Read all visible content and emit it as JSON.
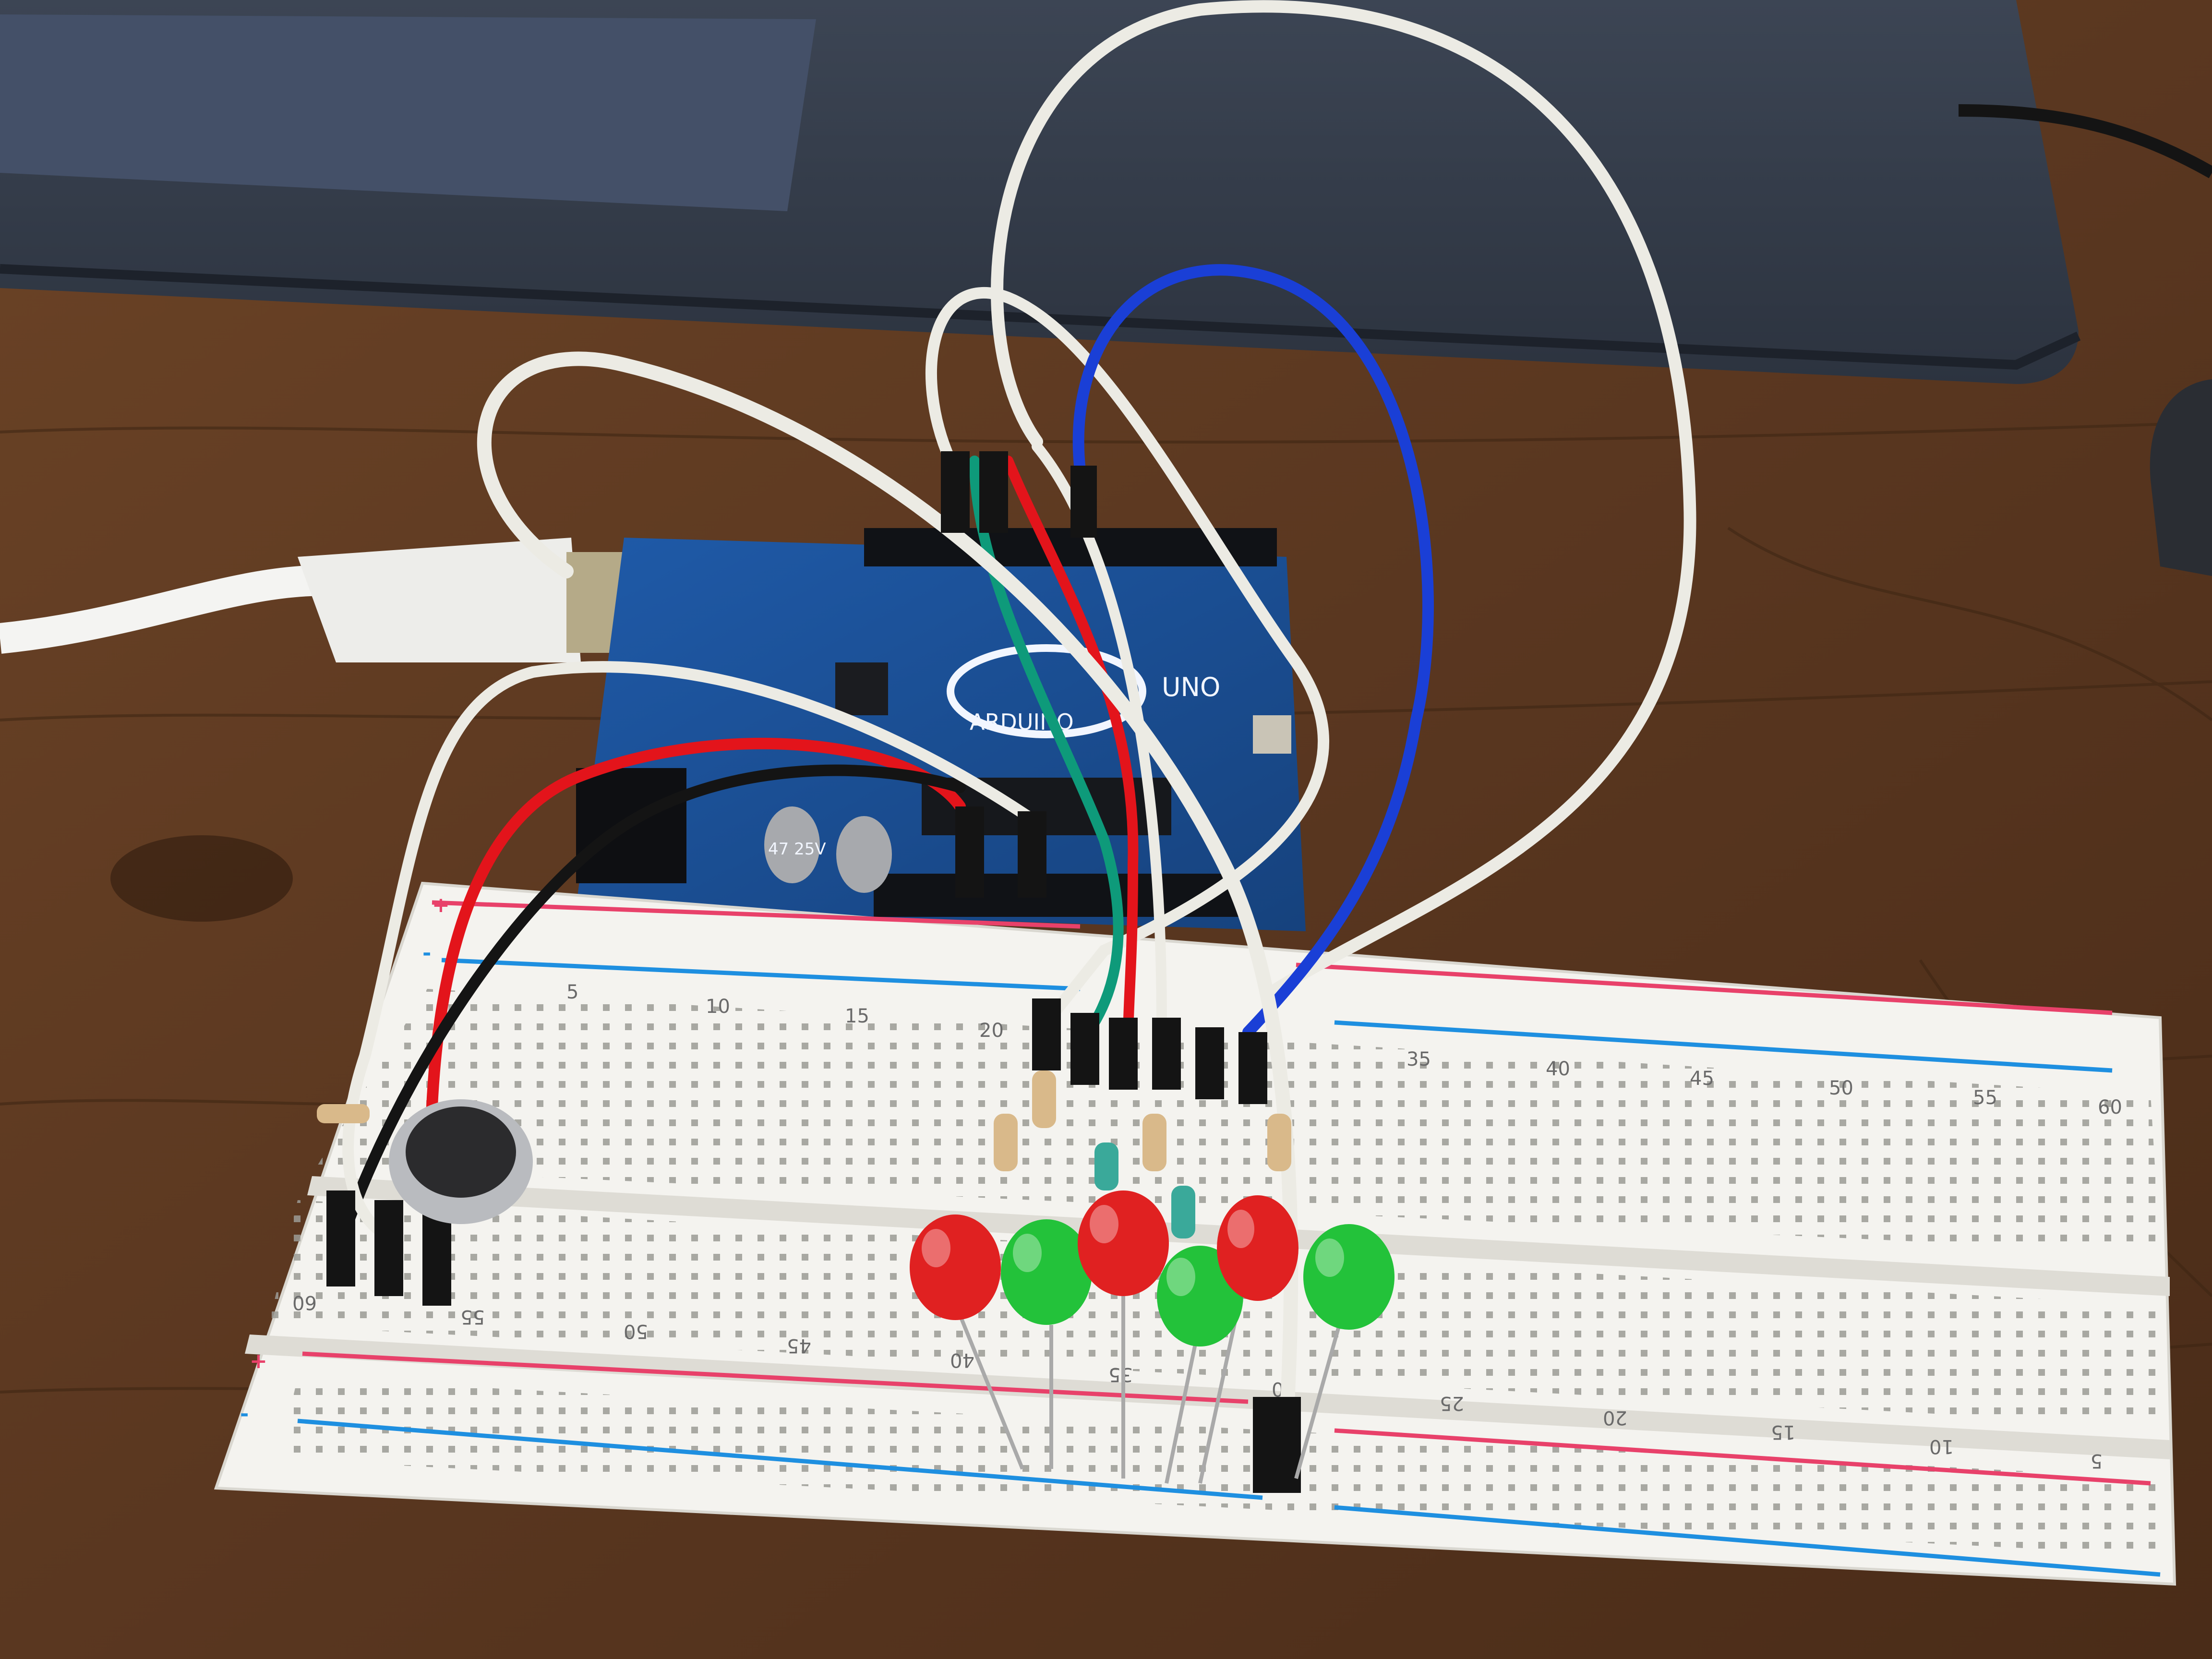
{
  "breadcrumb_labels": {
    "top": [
      "5",
      "10",
      "15",
      "20",
      "35",
      "40",
      "45",
      "50",
      "55",
      "60"
    ],
    "bottom": [
      "60",
      "55",
      "50",
      "45",
      "40",
      "35",
      "30",
      "25",
      "20",
      "15",
      "10",
      "5"
    ],
    "rails": [
      "+",
      "-"
    ]
  },
  "board_text": {
    "brand": "ARDUINO",
    "model": "UNO",
    "capacitor": "47 25V"
  },
  "components": {
    "leds": [
      {
        "color": "#e02121"
      },
      {
        "color": "#23c23a"
      },
      {
        "color": "#e02121"
      },
      {
        "color": "#23c23a"
      },
      {
        "color": "#e02121"
      },
      {
        "color": "#23c23a"
      }
    ],
    "wire_colors": {
      "white": "#ecebe4",
      "red": "#e3141b",
      "black": "#141414",
      "blue": "#1a3fd6",
      "green": "#0e9a7a"
    }
  }
}
